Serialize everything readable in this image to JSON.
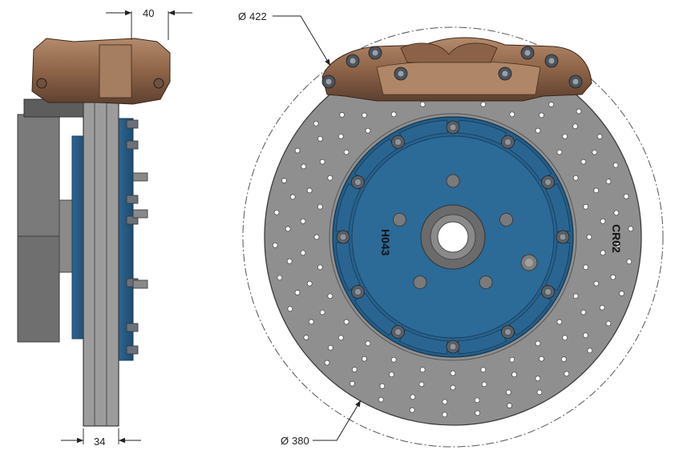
{
  "dimensions": {
    "caliper_width": "40",
    "disc_thickness": "34",
    "outer_diameter": "422",
    "disc_diameter": "380",
    "diameter_symbol": "Ø"
  },
  "markings": {
    "hub_code": "H043",
    "disc_code": "CR02"
  },
  "colors": {
    "disc": "#8c8c8c",
    "hub": "#2f6f9a",
    "caliper": "#9a7055",
    "bolt": "#555c66"
  }
}
